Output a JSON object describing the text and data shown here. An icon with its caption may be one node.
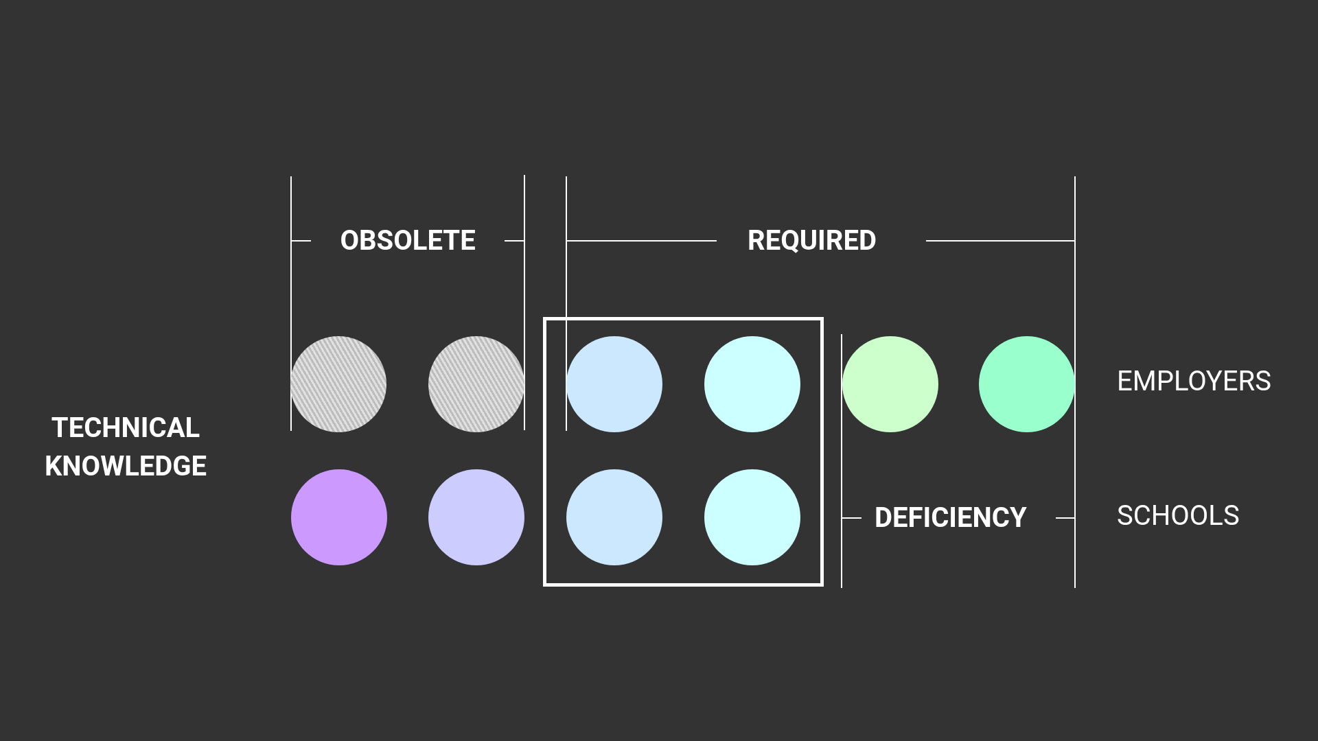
{
  "diagram": {
    "nodes": [
      {
        "text": [],
        "shape": "circle"
      },
      {
        "text": [],
        "shape": "circle"
      },
      {
        "text": [],
        "shape": "box"
      },
      {
        "text": [],
        "shape": "circle",
        "in": 2
      },
      {
        "text": [],
        "shape": "circle",
        "in": 2
      },
      {
        "text": [],
        "shape": "circle"
      },
      {
        "text": [],
        "shape": "circle"
      },
      {
        "text": [],
        "shape": "circle"
      },
      {
        "text": [],
        "shape": "circle"
      },
      {
        "text": [],
        "shape": "circle",
        "in": 2
      },
      {
        "text": [],
        "shape": "circle",
        "in": 2
      }
    ],
    "labels": [
      "OBSOLETE",
      "REQUIRED",
      "EMPLOYERS",
      "TECHNICAL KNOWLEDGE",
      "DEFICIENCY",
      "SCHOOLS"
    ]
  }
}
